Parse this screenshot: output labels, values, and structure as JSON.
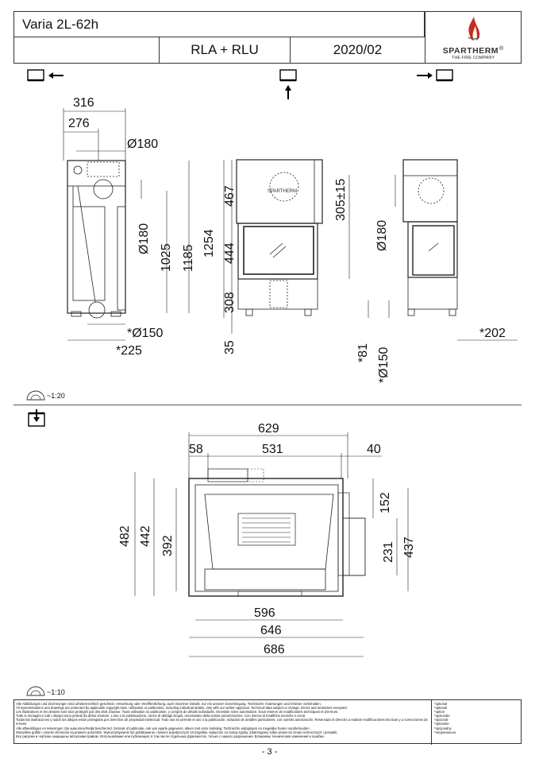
{
  "header": {
    "model": "Varia 2L-62h",
    "variant": "RLA + RLU",
    "date": "2020/02",
    "logo_text": "SPARTHERM",
    "logo_sub": "THE FIRE COMPANY",
    "logo_registered": "®"
  },
  "views": {
    "left_view_icon": "view-left-icon",
    "front_view_icon": "view-front-icon",
    "right_view_icon": "view-right-icon",
    "top_view_icon": "view-top-icon"
  },
  "side_left_dims": {
    "d316": "316",
    "d276": "276",
    "flue": "Ø180",
    "flue_side": "Ø180",
    "h1025": "1025",
    "h1185": "1185",
    "air": "*Ø150",
    "d225": "*225"
  },
  "front_dims": {
    "h1254": "1254",
    "h467": "467",
    "h444": "444",
    "h308": "308",
    "h35": "35",
    "h305": "305±15",
    "brand_plate": "SPARTHERM"
  },
  "side_right_dims": {
    "flue": "Ø180",
    "d81": "*81",
    "air": "*Ø150",
    "d202": "*202"
  },
  "scale_top": "~1:20",
  "scale_bottom": "~1:10",
  "plan_dims": {
    "w629": "629",
    "w58": "58",
    "w531": "531",
    "w40": "40",
    "d482": "482",
    "d442": "442",
    "d392": "392",
    "d152": "152",
    "d231": "231",
    "d437": "437",
    "w596": "596",
    "w646": "646",
    "w686": "686"
  },
  "footer": {
    "lines": [
      "Alle Abbildungen und Zeichnungen sind urheberrechtlich geschützt. Verwertung oder Veröffentlichung, auch einzelner Details, nur mit unserer Genehmigung. Technische Änderungen und Irrtümer vorbehalten.",
      "All representations and drawings are protected by applicable copyright laws. Utilisation or publication, including individual details, only with our written approval. Technical data subject to change. Errors and omissions excepted.",
      "Les illustrations et les dessins sont tous protégés par des droit d'auteur. Toute utilisation ou publication, y compris de détails individuels, nécessite notre autorisation. Sous réserve de modifications techniques et d'erreurs.",
      "Tutte le immagini e tutti i disegni sono protetti da diritto d'autore. L'uso o la pubblicazione, anche di dettagli singoli, necessitano della nostra autorizzazione. Con riserva di modifiche tecniche e errori.",
      "Todas las ilustraciones y todos los dibujos están protegidos por derechos de propiedad intelectual. Todo uso se permite el uso o la publicación, incluidos de detalles particulares, con nuestra autorización. Reservado el derecho a realizar modificaciones técnicas y a correcciones de errores.",
      "Alle afbeeldingen en tekeningen zijn auteursrechtelijk beschermd. Gebruik of publicatie, ook van aparte gegevens, alleen met onze toelating. Technische wijzigingen en mogelijke fouten voorbehouden.",
      "Wszystkie grafiki i rysunki chronione są prawem autorskim. Wykorzystywanie lub publikowanie, również pojedynczych szczegółów, wyłącznie za naszą zgodą. Zastrzegamy sobie prawo do zmian technicznych i pomyłek.",
      "Все рисунки и чертежи защищены авторским правом. Использование или публикация, в том числе отдельных фрагментов, только с нашего разрешения. Возможны технические изменения и ошибки."
    ],
    "optional": [
      "*optional",
      "*optional",
      "*option",
      "*opzionale",
      "*opcional",
      "*optionele",
      "*opcjonalny",
      "*опционально"
    ]
  },
  "page_number": "- 3 -"
}
